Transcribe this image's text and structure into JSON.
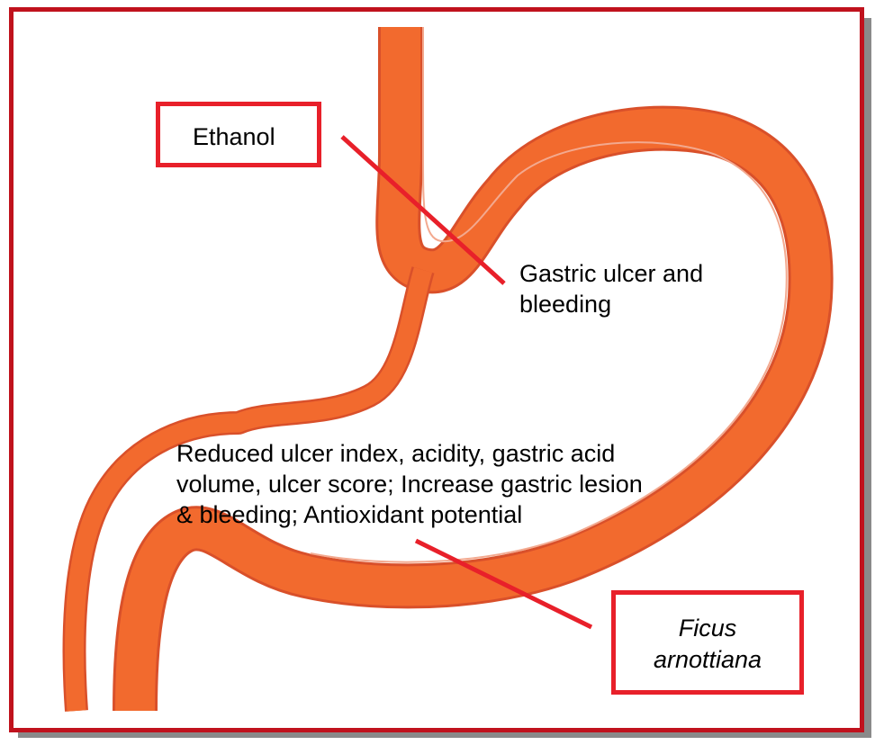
{
  "colors": {
    "frame": "#c0121d",
    "stomach_fill": "#f26a2e",
    "stomach_edge": "#d9502a",
    "lining": "#f3a98f",
    "connector": "#e8202a"
  },
  "labels": {
    "ethanol": "Ethanol",
    "gastric_ulcer_line1": "Gastric ulcer and",
    "gastric_ulcer_line2": "bleeding",
    "effects_line1": "Reduced ulcer index, acidity, gastric acid",
    "effects_line2": "volume, ulcer score; Increase gastric lesion",
    "effects_line3": "& bleeding; Antioxidant potential",
    "ficus_line1": "Ficus",
    "ficus_line2": "arnottiana"
  }
}
